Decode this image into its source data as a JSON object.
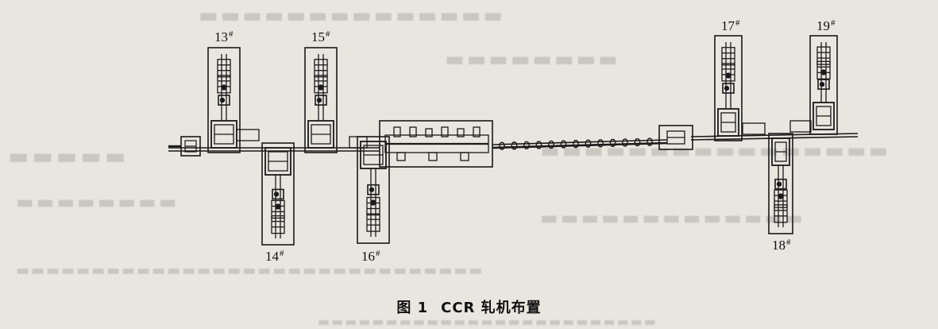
{
  "stands": [
    {
      "id": "13",
      "label": "13",
      "suffix": "#"
    },
    {
      "id": "14",
      "label": "14",
      "suffix": "#"
    },
    {
      "id": "15",
      "label": "15",
      "suffix": "#"
    },
    {
      "id": "16",
      "label": "16",
      "suffix": "#"
    },
    {
      "id": "17",
      "label": "17",
      "suffix": "#"
    },
    {
      "id": "18",
      "label": "18",
      "suffix": "#"
    },
    {
      "id": "19",
      "label": "19",
      "suffix": "#"
    }
  ],
  "caption": {
    "figure": "图 1",
    "title": "CCR 轧机布置"
  },
  "colors": {
    "ink": "#1a1a1a",
    "paper": "#e9e6df"
  }
}
